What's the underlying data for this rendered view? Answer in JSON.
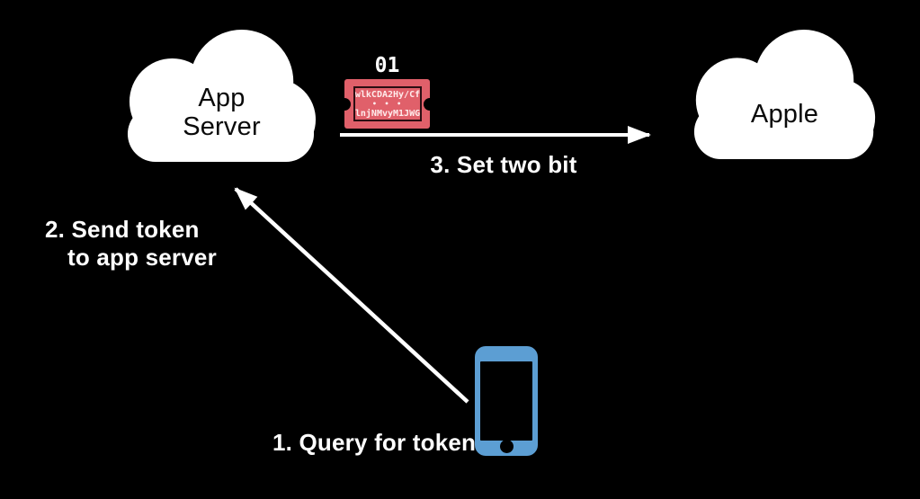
{
  "clouds": {
    "app_server": {
      "label": "App\nServer"
    },
    "apple": {
      "label": "Apple"
    }
  },
  "ticket": {
    "badge": "01",
    "token_line1": "wlkCDA2Hy/Cf",
    "token_separator": "• • •",
    "token_line2": "lnjNMvyM1JWG"
  },
  "steps": {
    "step1_label": "1. Query for token",
    "step2_line1": "2. Send token",
    "step2_line2": "to app server",
    "step3_label": "3. Set two bit"
  },
  "colors": {
    "background": "#000000",
    "cloud_fill": "#ffffff",
    "cloud_text": "#0a0a0a",
    "arrow": "#ffffff",
    "label_text": "#ffffff",
    "ticket_fill": "#e0606a",
    "ticket_border": "#2b0e12",
    "ticket_text": "#ffecec",
    "phone_fill": "#5c9ed3",
    "phone_screen": "#000000"
  }
}
